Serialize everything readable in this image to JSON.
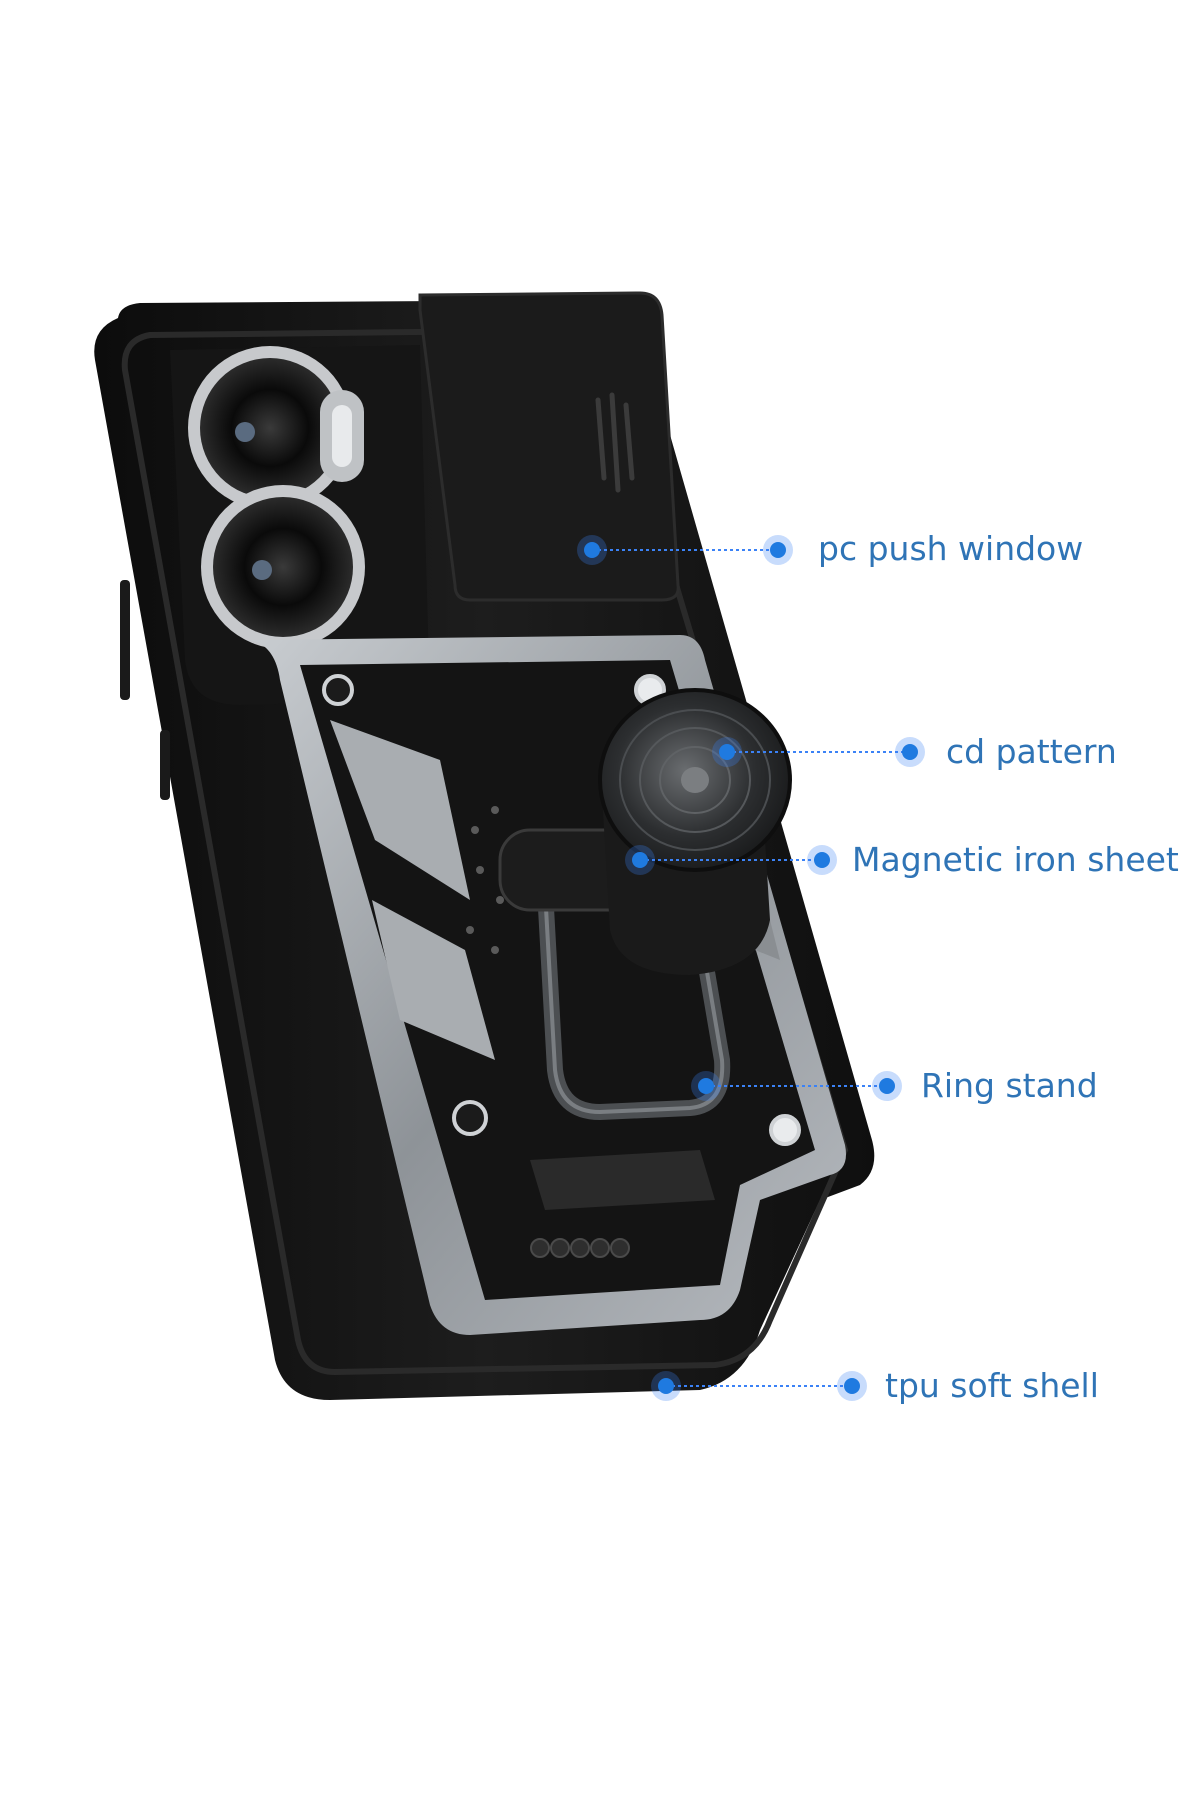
{
  "colors": {
    "accent": "#1f7ae0",
    "label": "#2f74b6",
    "case": "#111111",
    "frame": "#9ea3a8"
  },
  "callouts": [
    {
      "id": "pc-push-window",
      "label": "pc push window"
    },
    {
      "id": "cd-pattern",
      "label": "cd pattern"
    },
    {
      "id": "magnetic-iron-sheet",
      "label": "Magnetic iron sheet"
    },
    {
      "id": "ring-stand",
      "label": "Ring stand"
    },
    {
      "id": "tpu-soft-shell",
      "label": "tpu soft shell"
    }
  ]
}
